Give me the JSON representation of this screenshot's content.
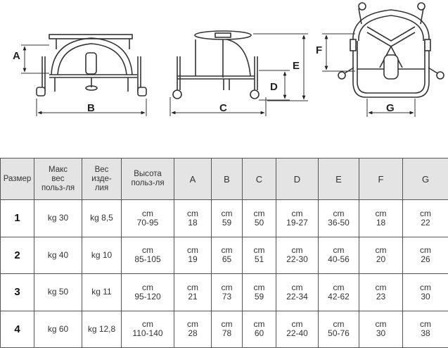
{
  "drawing_labels": {
    "a": "A",
    "b": "B",
    "c": "C",
    "d": "D",
    "e": "E",
    "f": "F",
    "g": "G"
  },
  "table": {
    "headers": {
      "size": "Размер",
      "max_weight": "Макс\nвес\nпольз-ля",
      "product_weight": "Вес\nизде-\nлия",
      "user_height": "Высота\nпольз-ля",
      "a": "A",
      "b": "B",
      "c": "C",
      "d": "D",
      "e": "E",
      "f": "F",
      "g": "G"
    },
    "rows": [
      {
        "size": "1",
        "max_weight": "kg 30",
        "product_weight": "kg 8,5",
        "user_height": {
          "unit": "cm",
          "value": "70-95"
        },
        "a": {
          "unit": "cm",
          "value": "18"
        },
        "b": {
          "unit": "cm",
          "value": "59"
        },
        "c": {
          "unit": "cm",
          "value": "50"
        },
        "d": {
          "unit": "cm",
          "value": "19-27"
        },
        "e": {
          "unit": "cm",
          "value": "36-50"
        },
        "f": {
          "unit": "cm",
          "value": "18"
        },
        "g": {
          "unit": "cm",
          "value": "22"
        }
      },
      {
        "size": "2",
        "max_weight": "kg 40",
        "product_weight": "kg 10",
        "user_height": {
          "unit": "cm",
          "value": "85-105"
        },
        "a": {
          "unit": "cm",
          "value": "19"
        },
        "b": {
          "unit": "cm",
          "value": "65"
        },
        "c": {
          "unit": "cm",
          "value": "51"
        },
        "d": {
          "unit": "cm",
          "value": "22-30"
        },
        "e": {
          "unit": "cm",
          "value": "40-56"
        },
        "f": {
          "unit": "cm",
          "value": "20"
        },
        "g": {
          "unit": "cm",
          "value": "26"
        }
      },
      {
        "size": "3",
        "max_weight": "kg 50",
        "product_weight": "kg 11",
        "user_height": {
          "unit": "cm",
          "value": "95-120"
        },
        "a": {
          "unit": "cm",
          "value": "21"
        },
        "b": {
          "unit": "cm",
          "value": "73"
        },
        "c": {
          "unit": "cm",
          "value": "59"
        },
        "d": {
          "unit": "cm",
          "value": "22-34"
        },
        "e": {
          "unit": "cm",
          "value": "42-62"
        },
        "f": {
          "unit": "cm",
          "value": "23"
        },
        "g": {
          "unit": "cm",
          "value": "30"
        }
      },
      {
        "size": "4",
        "max_weight": "kg 60",
        "product_weight": "kg 12,8",
        "user_height": {
          "unit": "cm",
          "value": "110-140"
        },
        "a": {
          "unit": "cm",
          "value": "28"
        },
        "b": {
          "unit": "cm",
          "value": "78"
        },
        "c": {
          "unit": "cm",
          "value": "60"
        },
        "d": {
          "unit": "cm",
          "value": "22-40"
        },
        "e": {
          "unit": "cm",
          "value": "50-76"
        },
        "f": {
          "unit": "cm",
          "value": "30"
        },
        "g": {
          "unit": "cm",
          "value": "38"
        }
      }
    ]
  }
}
